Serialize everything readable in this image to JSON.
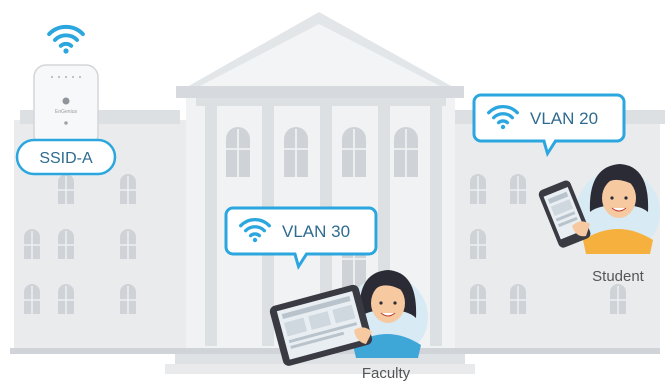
{
  "access_point": {
    "ssid_label": "SSID-A",
    "brand_text": "EnGenius",
    "icon": "wifi-icon"
  },
  "bubbles": {
    "student_vlan": "VLAN 20",
    "faculty_vlan": "VLAN 30",
    "icon": "wifi-icon"
  },
  "users": {
    "student_label": "Student",
    "faculty_label": "Faculty"
  },
  "colors": {
    "accent": "#2ba6de",
    "label_text": "#2f6b8f",
    "building_light": "#eef0f2",
    "building_mid": "#dde0e3",
    "building_dark": "#c9cdd1",
    "window": "#cfd3d7",
    "avatar_bg": "#d8eaf3",
    "student_shirt": "#f6b03d",
    "faculty_shirt": "#3fa6d8",
    "hair": "#2b2b35",
    "skin": "#f6c9a0"
  }
}
